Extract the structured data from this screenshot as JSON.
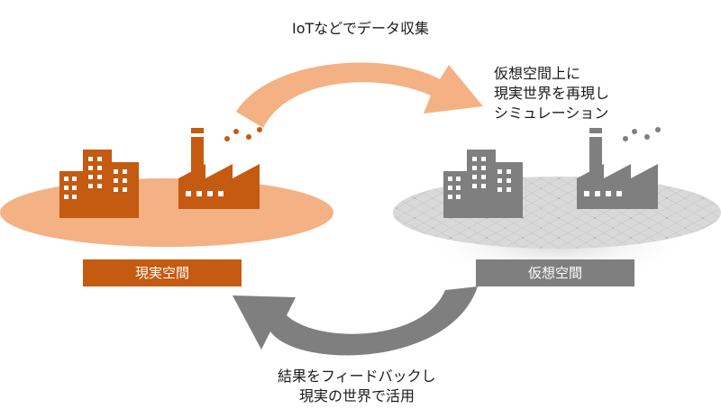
{
  "top_caption": "IoTなどでデータ収集",
  "right_caption": [
    "仮想空間上に",
    "現実世界を再現し",
    "シミュレーション"
  ],
  "bottom_caption": [
    "結果をフィードバックし",
    "現実の世界で活用"
  ],
  "real_space": {
    "label": "現実空間",
    "color": "#c55a11",
    "disc_color": "#f4b183"
  },
  "virtual_space": {
    "label": "仮想空間",
    "color": "#7f7f7f",
    "disc_color": "#d9d9d9"
  },
  "arrows": {
    "top_color": "#f4b183",
    "bottom_color": "#7f7f7f"
  },
  "icons": [
    "buildings-icon",
    "factory-icon",
    "buildings-icon",
    "factory-icon"
  ]
}
